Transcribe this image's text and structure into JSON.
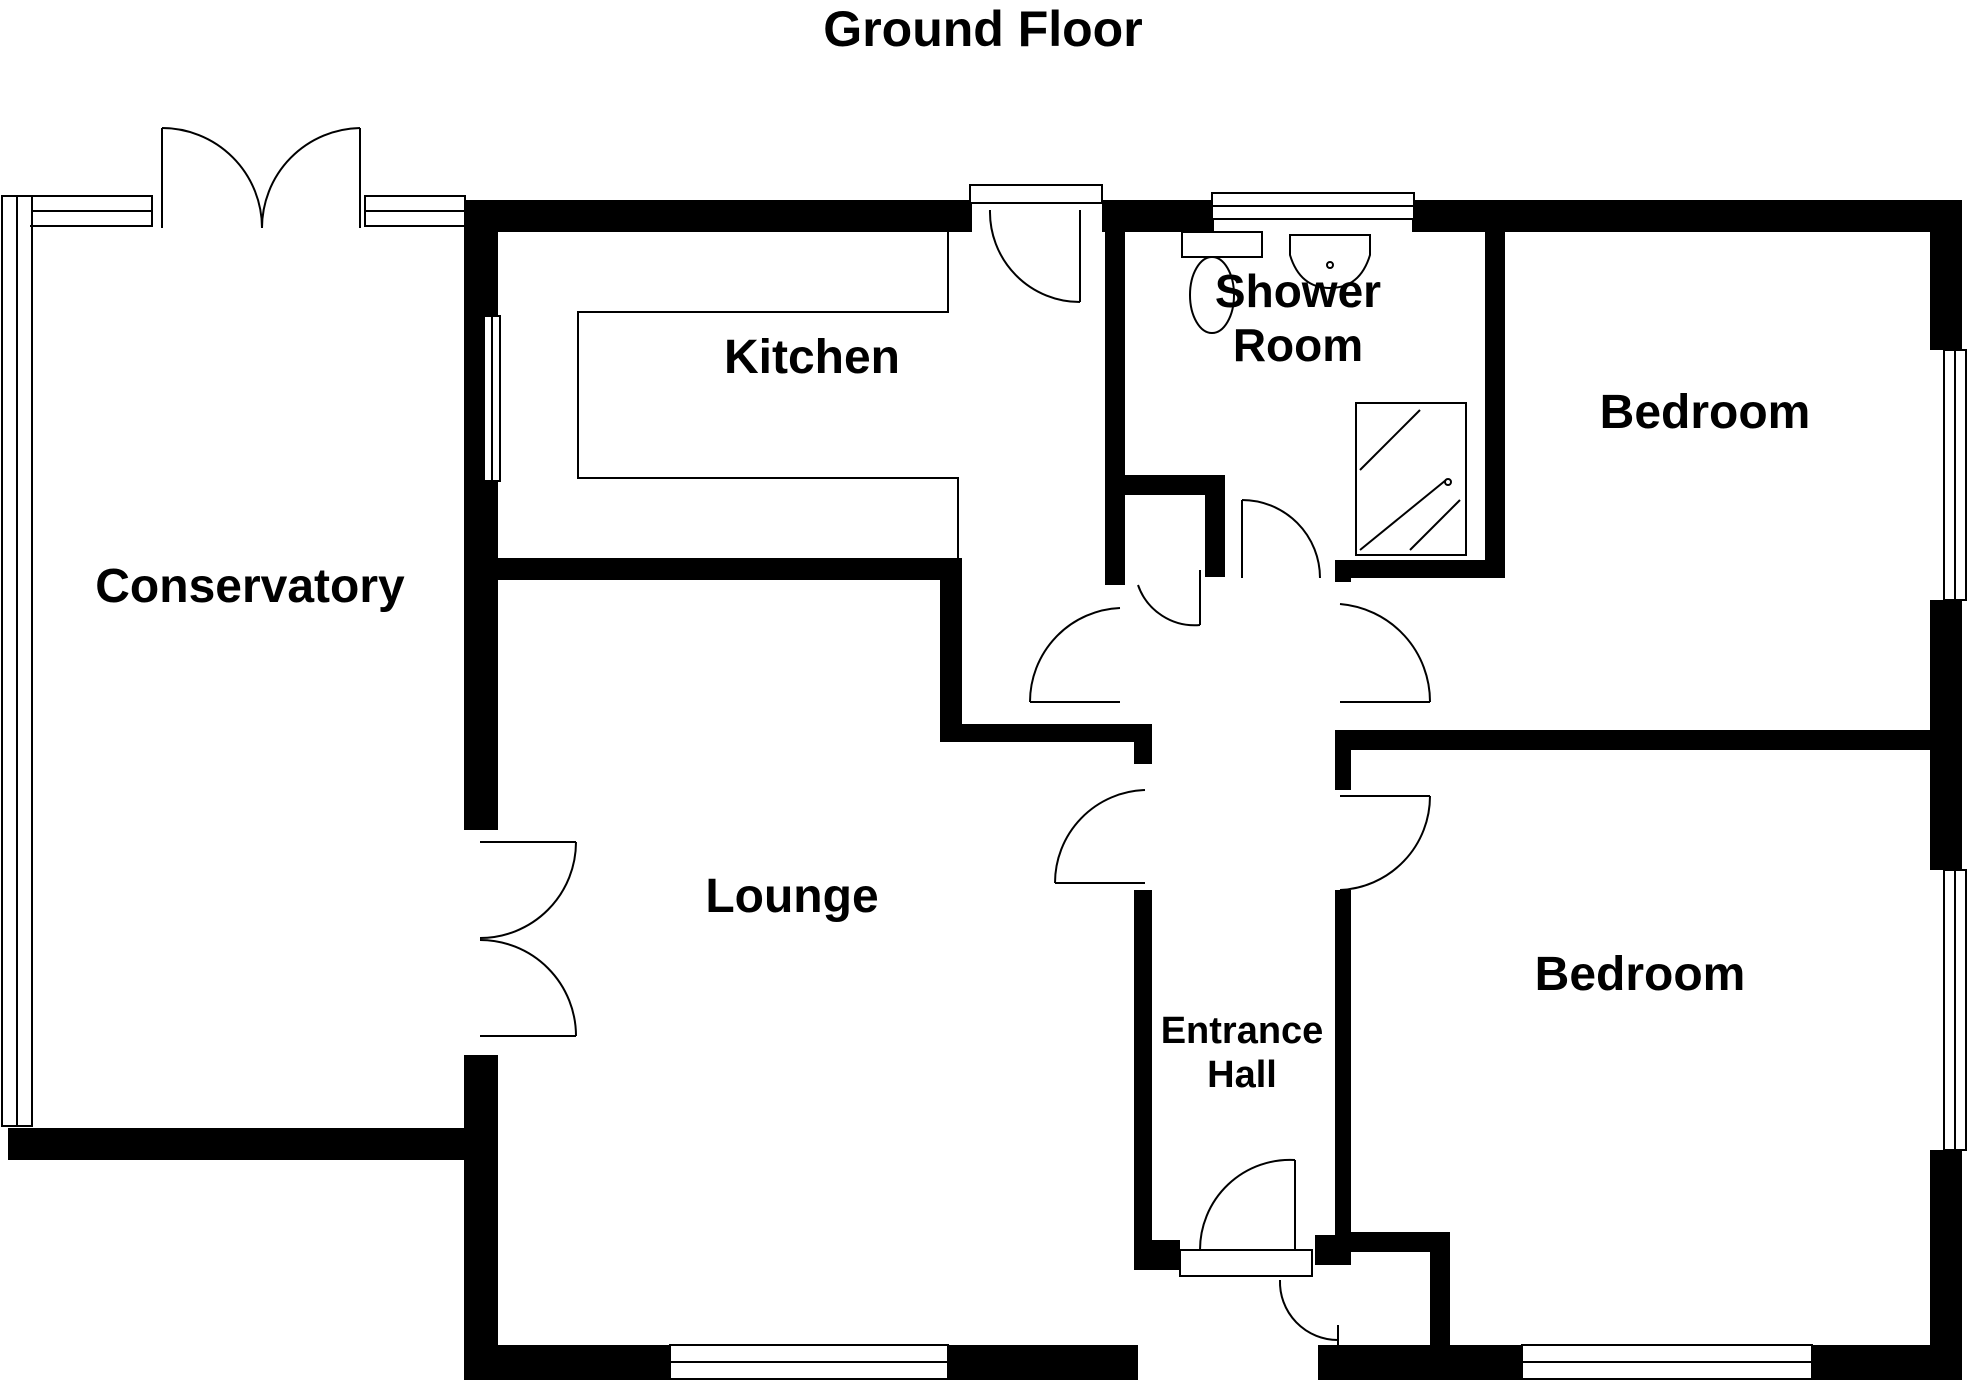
{
  "title": "Ground Floor",
  "rooms": {
    "conservatory": "Conservatory",
    "kitchen": "Kitchen",
    "shower_room_line1": "Shower",
    "shower_room_line2": "Room",
    "bedroom_1": "Bedroom",
    "bedroom_2": "Bedroom",
    "lounge": "Lounge",
    "entrance_hall_line1": "Entrance",
    "entrance_hall_line2": "Hall"
  },
  "colors": {
    "wall": "#000000",
    "background": "#ffffff"
  }
}
